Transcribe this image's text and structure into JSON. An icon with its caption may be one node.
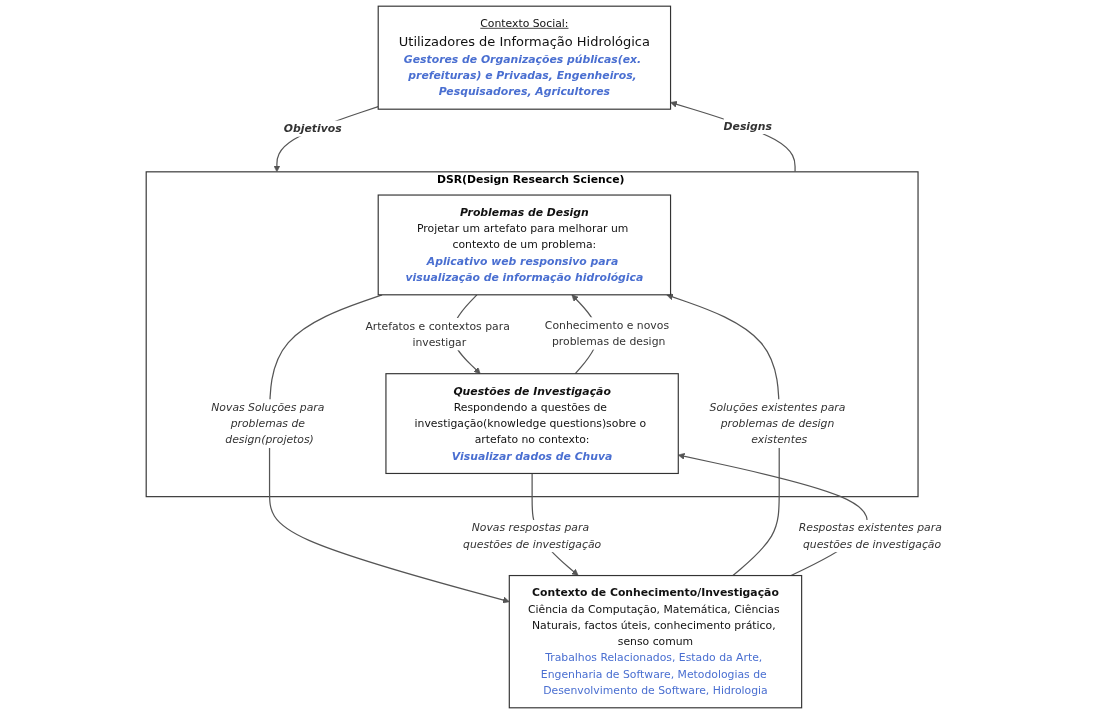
{
  "diagram": {
    "nodes": [
      {
        "text": [
          "Contexto Social:",
          "Utilizadores de Informação Hidrológica",
          "Gestores de Organizações públicas(ex. prefeituras) e Privadas, Engenheiros, Pesquisadores, Agricultores"
        ]
      },
      {
        "text": [
          "DSR(Design Research Science)"
        ]
      },
      {
        "text": [
          "Problemas de Design",
          "Projetar um artefato para melhorar um contexto de um problema:",
          "Aplicativo web responsivo para visualização de informação hidrológica"
        ],
        "in": 1
      },
      {
        "text": [
          "Questões de Investigação",
          "Respondendo a questões de investigação(knowledge questions)sobre o artefato no contexto:",
          "Visualizar dados de Chuva"
        ],
        "in": 1
      },
      {
        "text": [
          "Contexto de Conhecimento/Investigação",
          "Ciência da Computação, Matemática, Ciências Naturais, factos úteis, conhecimento prático, senso comum",
          "Trabalhos Relacionados, Estado da Arte, Engenharia de Software, Metodologias de Desenvolvimento de Software, Hidrologia"
        ]
      }
    ],
    "edges": [
      {
        "from": 1,
        "to": 0,
        "arrow": "to",
        "label": "Designs"
      },
      {
        "from": 0,
        "to": 1,
        "arrow": "to",
        "label": "Objetivos"
      },
      {
        "from": 2,
        "to": 3,
        "arrow": "to",
        "label": "Artefatos e contextos para investigar"
      },
      {
        "from": 3,
        "to": 2,
        "arrow": "to",
        "label": "Conhecimento e novos problemas de design"
      },
      {
        "from": 4,
        "to": 2,
        "arrow": "to",
        "label": "Soluções existentes para problemas de design existentes"
      },
      {
        "from": 2,
        "to": 4,
        "arrow": "to",
        "label": "Novas Soluções para problemas de design(projetos)"
      },
      {
        "from": 4,
        "to": 3,
        "arrow": "to",
        "label": "Respostas existentes para questões de investigação"
      },
      {
        "from": 3,
        "to": 4,
        "arrow": "to",
        "label": "Novas respostas para questões de investigação"
      }
    ]
  }
}
